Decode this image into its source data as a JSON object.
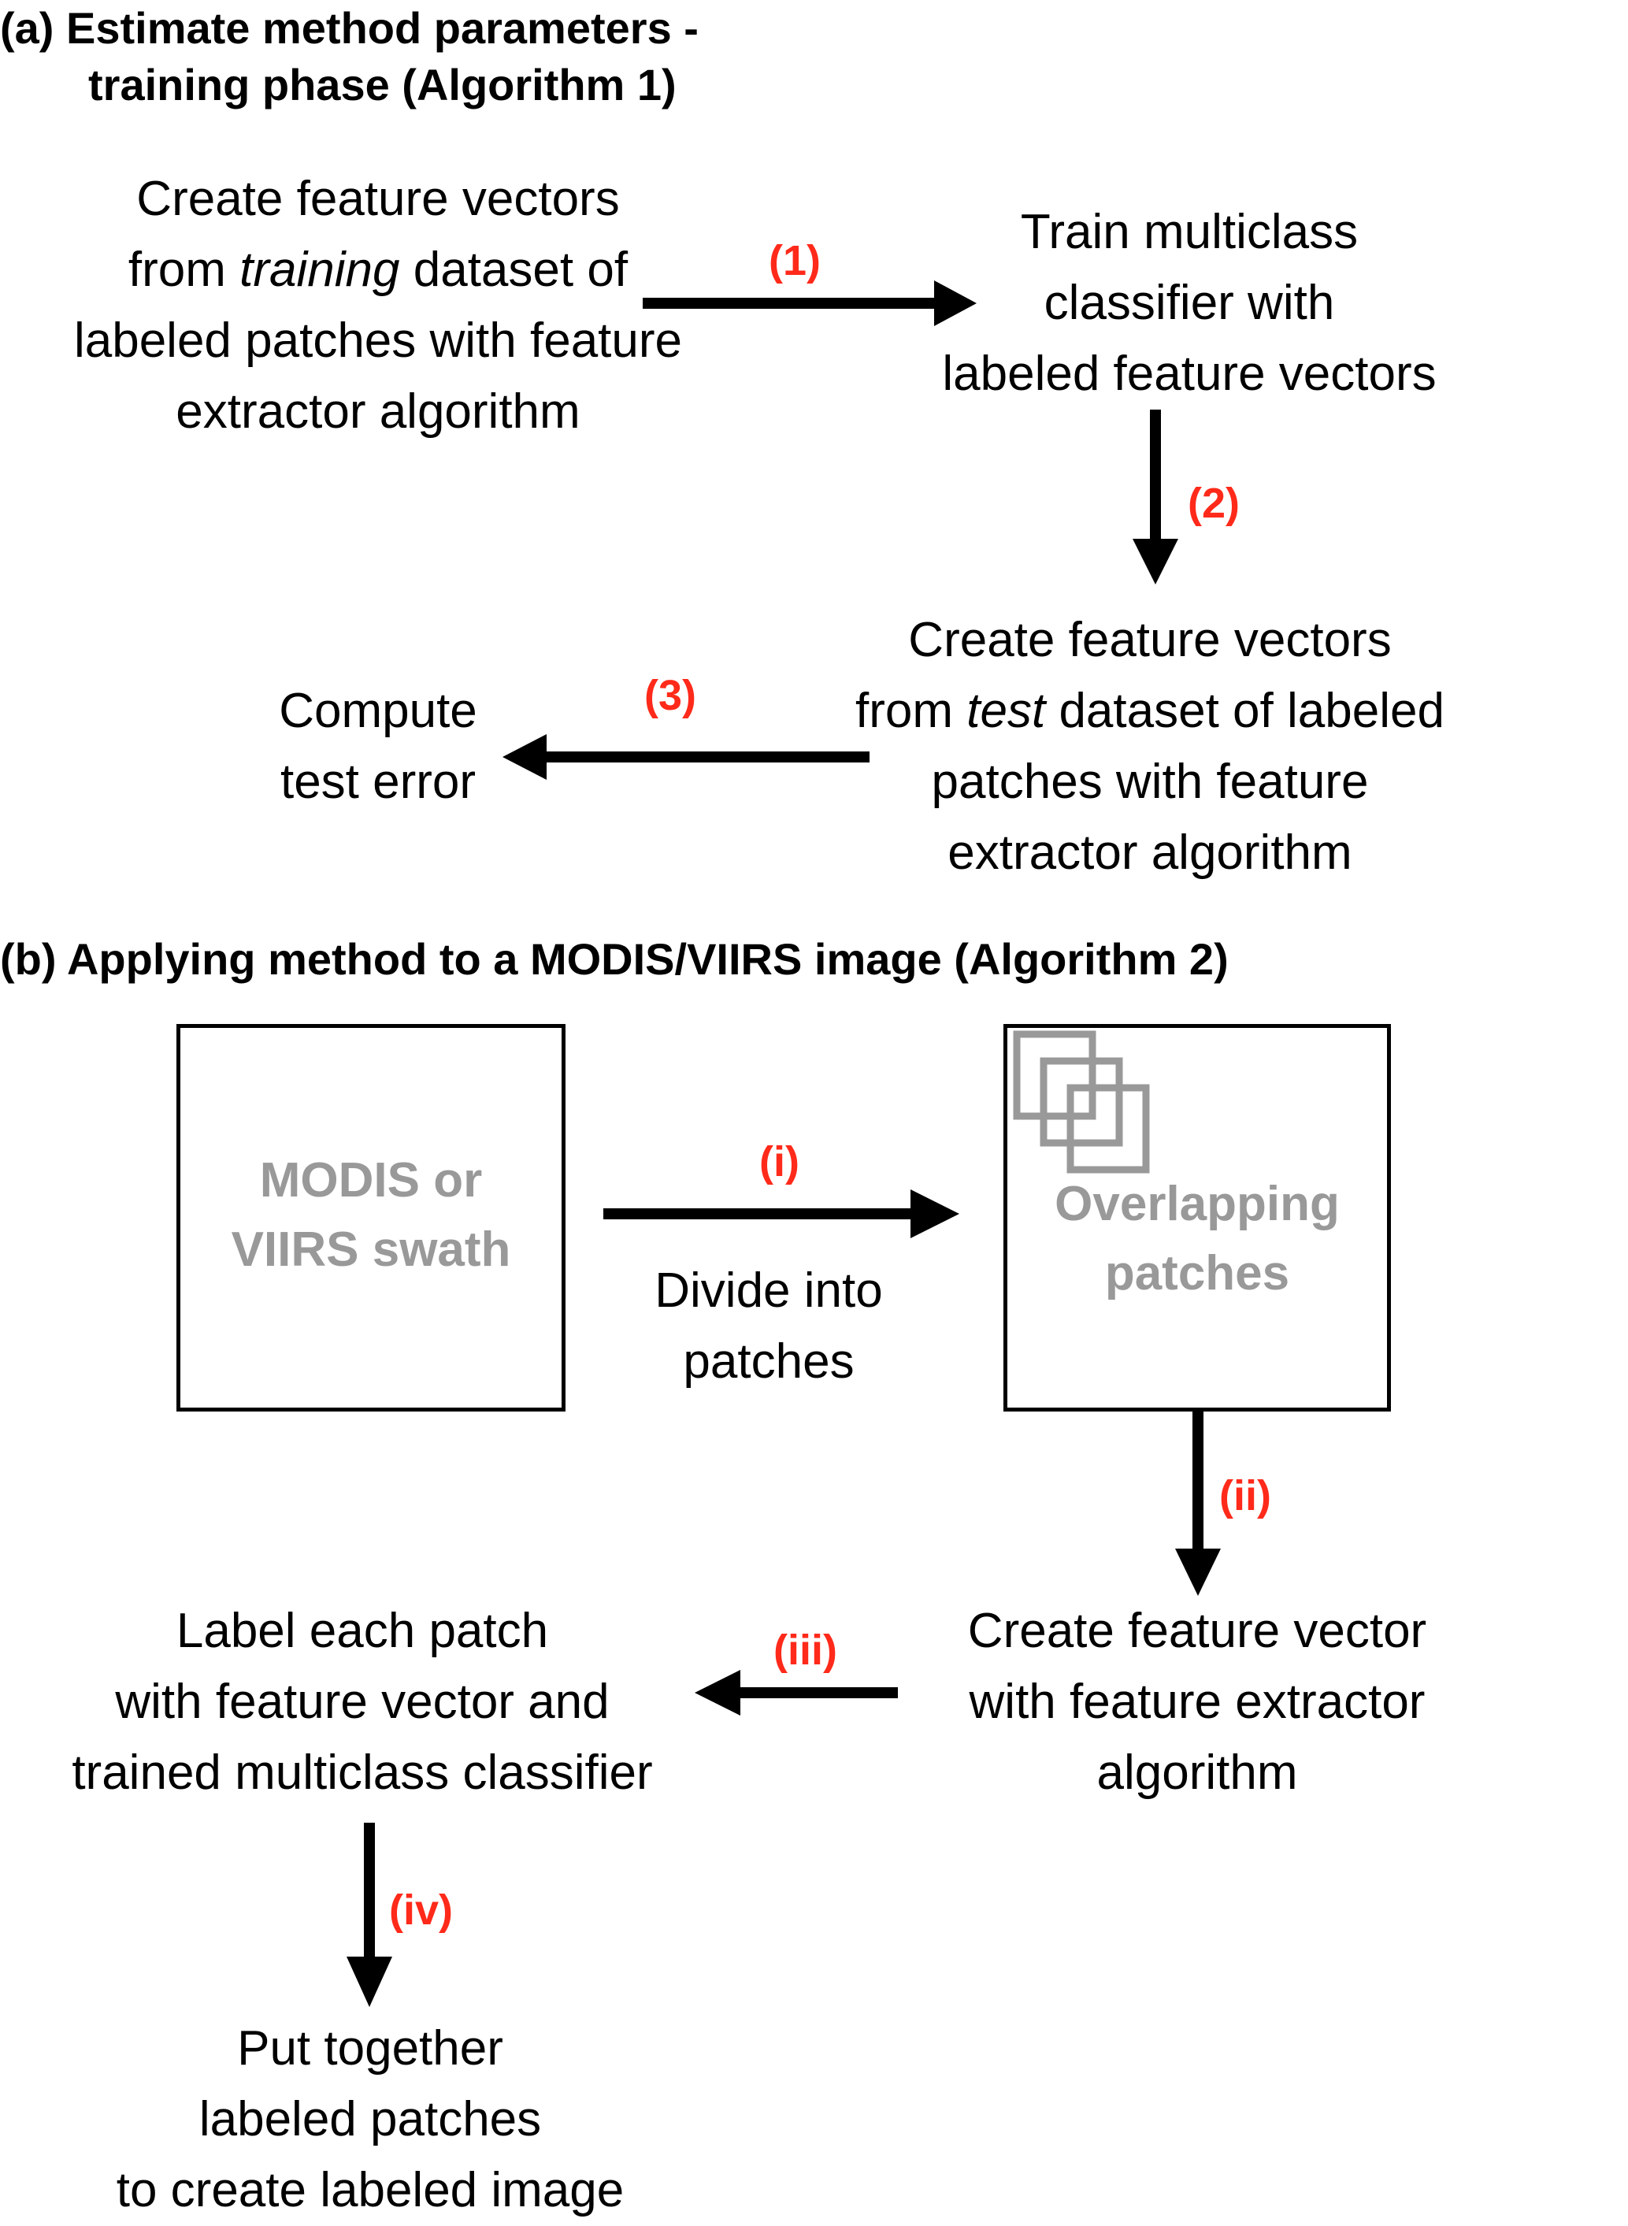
{
  "part_a": {
    "heading_line1": "(a) Estimate method parameters -",
    "heading_line2": "training phase (Algorithm 1)",
    "node_create_train": {
      "line1": "Create feature vectors",
      "line2_pre": "from ",
      "line2_em": "training",
      "line2_post": " dataset of",
      "line3": "labeled patches with feature",
      "line4": "extractor algorithm"
    },
    "node_train_classifier": {
      "line1": "Train multiclass",
      "line2": "classifier with",
      "line3": "labeled feature vectors"
    },
    "node_create_test": {
      "line1": "Create feature vectors",
      "line2_pre": "from ",
      "line2_em": "test",
      "line2_post": " dataset of labeled",
      "line3": "patches with feature",
      "line4": "extractor algorithm"
    },
    "node_compute_error": {
      "line1": "Compute",
      "line2": "test error"
    },
    "steps": [
      "(1)",
      "(2)",
      "(3)"
    ]
  },
  "part_b": {
    "heading": "(b) Applying method to a MODIS/VIIRS image (Algorithm 2)",
    "box_swath": {
      "line1": "MODIS or",
      "line2": "VIIRS swath"
    },
    "box_patches": {
      "line1": "Overlapping",
      "line2": "patches"
    },
    "divide_label": {
      "line1": "Divide into",
      "line2": "patches"
    },
    "node_create_vector": {
      "line1": "Create feature vector",
      "line2": "with feature extractor",
      "line3": "algorithm"
    },
    "node_label_patch": {
      "line1": "Label each patch",
      "line2": "with feature vector and",
      "line3": "trained multiclass classifier"
    },
    "node_put_together": {
      "line1": "Put together",
      "line2": "labeled patches",
      "line3": "to create labeled image"
    },
    "steps": [
      "(i)",
      "(ii)",
      "(iii)",
      "(iv)"
    ]
  },
  "colors": {
    "step_label": "#ff2a1a",
    "box_label": "#999999",
    "arrow": "#000000",
    "patch_icon": "#999999"
  }
}
